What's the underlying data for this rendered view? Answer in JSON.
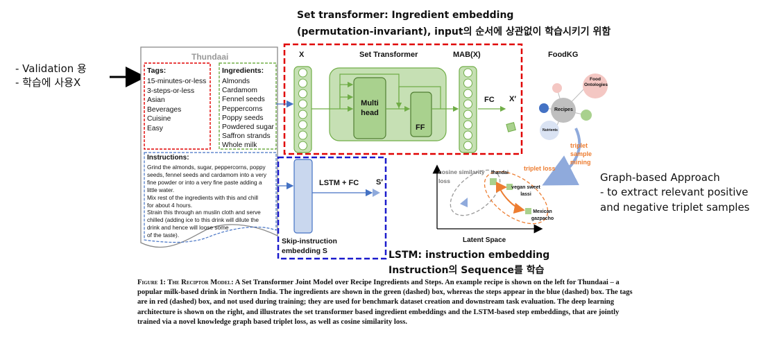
{
  "annotations": {
    "set_transformer_title": "Set transformer: Ingredient embedding",
    "set_transformer_sub": "(permutation-invariant), input의 순서에 상관없이 학습시키기 위함",
    "validation_line1": "- Validation 용",
    "validation_line2": "- 학습에 사용X",
    "graph_line1": "Graph-based Approach",
    "graph_line2": "- to extract relevant positive",
    "graph_line3": "and negative triplet samples",
    "lstm_line1": "LSTM: instruction embedding",
    "lstm_line2": "Instruction의 Sequence를 학습"
  },
  "recipe": {
    "title": "Thundaai",
    "tags_header": "Tags:",
    "tags": [
      "15-minutes-or-less",
      "3-steps-or-less",
      "Asian",
      "Beverages",
      "Cuisine",
      "Easy"
    ],
    "ingredients_header": "Ingredients:",
    "ingredients": [
      "Almonds",
      "Cardamom",
      "Fennel seeds",
      "Peppercorns",
      "Poppy seeds",
      "Powdered sugar",
      "Saffron strands",
      "Whole milk"
    ],
    "instructions_header": "Instructions:",
    "instructions": [
      "Grind the almonds, sugar, peppercorns, poppy",
      "seeds, fennel seeds and cardamom into a very",
      "fine powder or into a very fine paste adding a",
      "little water.",
      "Mix rest of the ingredients with this and chill",
      "for about 4 hours.",
      "Strain this through an muslin cloth and serve",
      "chilled (adding ice to this drink will dilute the",
      "drink and hence will loose some",
      "of the taste)."
    ]
  },
  "diagram": {
    "x_label": "X",
    "set_transformer_label": "Set Transformer",
    "mab_label": "MAB(X)",
    "multi_head": "Multi head",
    "ff": "FF",
    "fc": "FC",
    "x_prime": "X′",
    "lstm_fc": "LSTM + FC",
    "s_prime": "S′",
    "skip_line1": "Skip-instruction",
    "skip_line2": "embedding S",
    "foodkg": "FoodKG",
    "food_ontologies": "Food Ontologies",
    "recipes": "Recipes",
    "nutrients": "Nutrients",
    "triplet_sample_mining": "triplet sample mining",
    "cosine_similarity_loss": "cosine similarity loss",
    "triplet_loss": "triplet loss",
    "thandai": "thandai",
    "vegan_sweet_lassi": "vegan sweet lassi",
    "mexican_gazpacho": "Mexican gazpacho",
    "latent_space": "Latent Space"
  },
  "caption": {
    "figure_label": "Figure 1: The Reciptor Model:",
    "text": "A Set Transformer Joint Model over Recipe Ingredients and Steps. An example recipe is shown on the left for Thundaai – a popular milk-based drink in Northern India. The ingredients are shown in the green (dashed) box, whereas the steps appear in the blue (dashed) box. The tags are in red (dashed) box, and not used during training; they are used for benchmark dataset creation and downstream task evaluation. The deep learning architecture is shown on the right, and illustrates the set transformer based ingredient embeddings and the LSTM-based step embeddings, that are jointly trained via a novel knowledge graph based triplet loss, as well as cosine similarity loss."
  },
  "colors": {
    "red_dash": "#e00000",
    "blue_dash": "#1a1acc",
    "green_fill": "#c6e0b4",
    "green_stroke": "#70ad47",
    "lstm_fill": "#c9d7ee",
    "arrow_blue": "#4472c4",
    "orange": "#ed7d31"
  }
}
